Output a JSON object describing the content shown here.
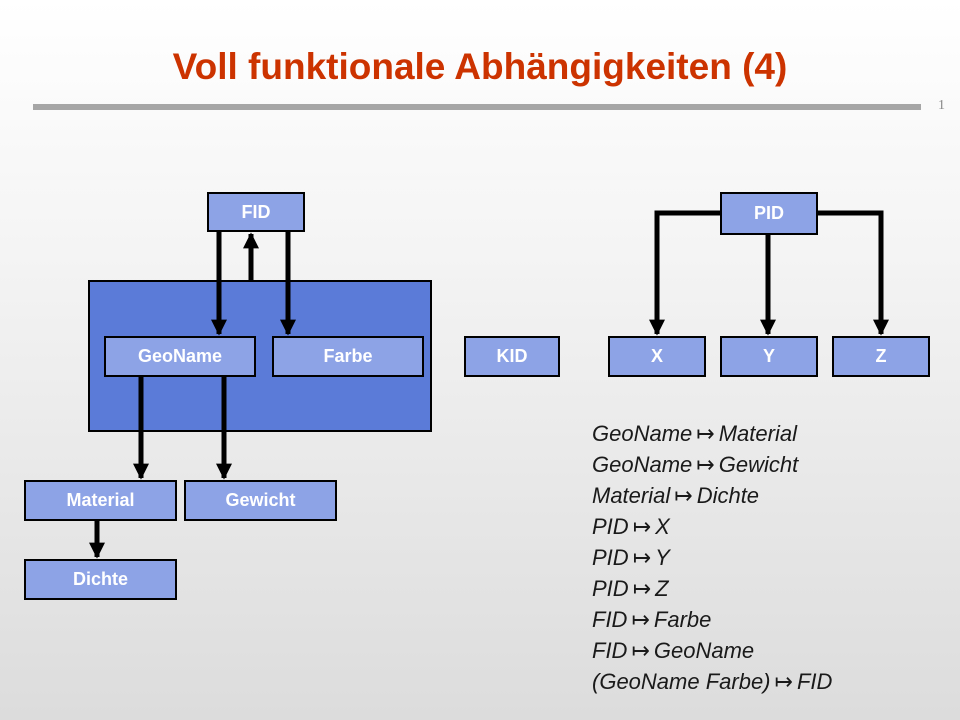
{
  "slide": {
    "title": "Voll funktionale Abhängigkeiten (4)",
    "number": "1"
  },
  "attributes": {
    "fid": "FID",
    "geoname": "GeoName",
    "farbe": "Farbe",
    "kid": "KID",
    "pid": "PID",
    "x": "X",
    "y": "Y",
    "z": "Z",
    "material": "Material",
    "gewicht": "Gewicht",
    "dichte": "Dichte"
  },
  "arrow_symbol": "↦",
  "dependencies": [
    {
      "lhs": "GeoName",
      "rhs": "Material"
    },
    {
      "lhs": "GeoName",
      "rhs": "Gewicht"
    },
    {
      "lhs": "Material",
      "rhs": "Dichte"
    },
    {
      "lhs": "PID",
      "rhs": "X"
    },
    {
      "lhs": "PID",
      "rhs": "Y"
    },
    {
      "lhs": "PID",
      "rhs": "Z"
    },
    {
      "lhs": "FID",
      "rhs": "Farbe"
    },
    {
      "lhs": "FID",
      "rhs": "GeoName"
    },
    {
      "lhs": "(GeoName Farbe)",
      "rhs": "FID"
    }
  ],
  "colors": {
    "title": "#cc3300",
    "group_fill": "#5b7bd8",
    "attr_fill": "#8da3e6",
    "attr_text": "#ffffff",
    "line": "#000000"
  }
}
